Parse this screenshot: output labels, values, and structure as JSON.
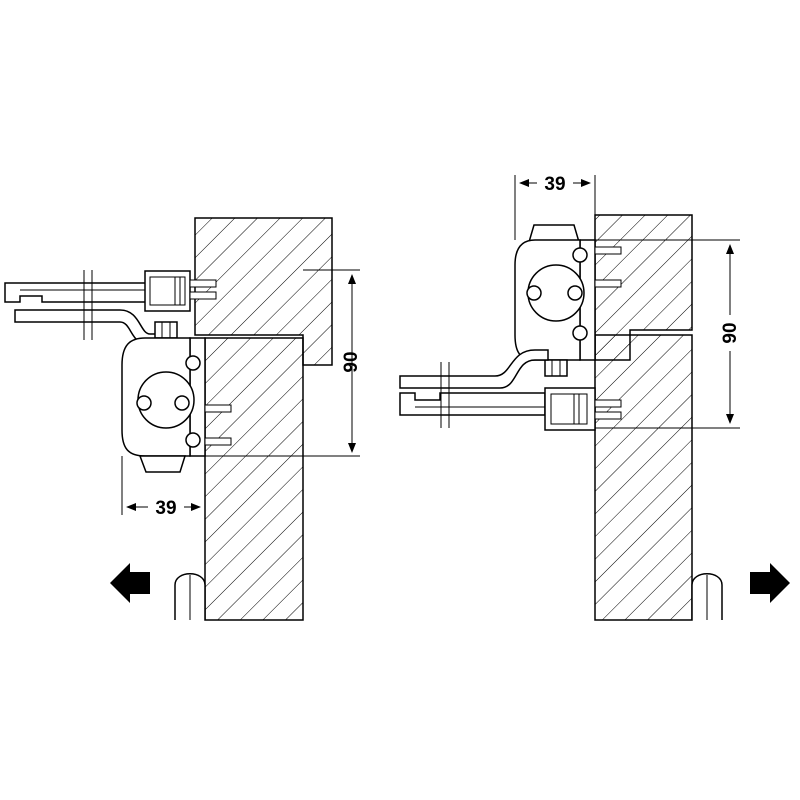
{
  "left_view": {
    "width_dim": "39",
    "height_dim": "90",
    "direction_arrow": "arrow-left-icon"
  },
  "right_view": {
    "width_dim": "39",
    "height_dim": "90",
    "direction_arrow": "arrow-right-icon"
  },
  "colors": {
    "line": "#000000",
    "fill": "#ffffff",
    "arrow": "#000000"
  }
}
